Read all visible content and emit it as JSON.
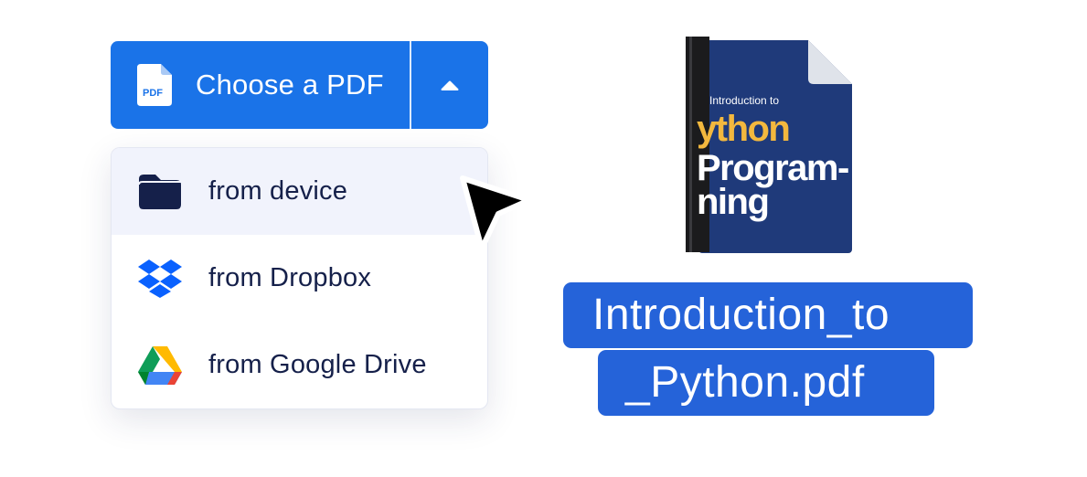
{
  "choose_button": {
    "label": "Choose a PDF",
    "file_icon_text": "PDF",
    "file_icon": "pdf-file-icon",
    "toggle_icon": "caret-up-icon",
    "color": "#1a73e8"
  },
  "menu": {
    "items": [
      {
        "label": "from device",
        "icon": "folder-icon",
        "active": true
      },
      {
        "label": "from Dropbox",
        "icon": "dropbox-icon",
        "active": false
      },
      {
        "label": "from Google Drive",
        "icon": "google-drive-icon",
        "active": false
      }
    ]
  },
  "cursor": {
    "icon": "cursor-pointer-icon"
  },
  "book": {
    "subtitle": "Introduction to",
    "title_lines": [
      "ython",
      "Program-",
      "ning"
    ],
    "cover_color": "#1f3a7a",
    "accent_color": "#f3b83e"
  },
  "file": {
    "name_lines": [
      "Introduction_to",
      "_Python.pdf"
    ],
    "badge_color": "#2563d9"
  }
}
